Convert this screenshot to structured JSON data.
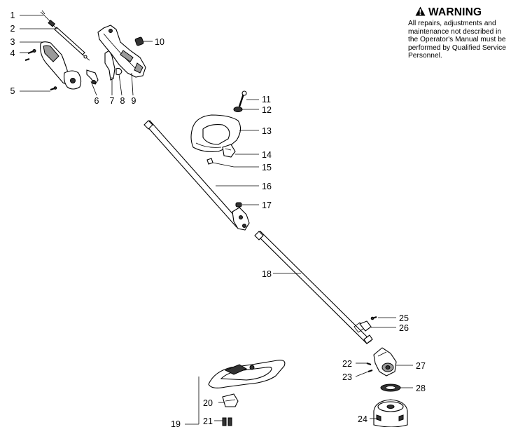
{
  "warning": {
    "title": "WARNING",
    "icon": "warning-triangle-icon",
    "text": "All repairs, adjustments and\nmaintenance not described in\nthe Operator's Manual must be\nperformed by Qualified Service\nPersonnel."
  },
  "callouts": [
    "1",
    "2",
    "3",
    "4",
    "5",
    "6",
    "7",
    "8",
    "9",
    "10",
    "11",
    "12",
    "13",
    "14",
    "15",
    "16",
    "17",
    "18",
    "19",
    "20",
    "21",
    "22",
    "23",
    "24",
    "25",
    "26",
    "27",
    "28"
  ]
}
